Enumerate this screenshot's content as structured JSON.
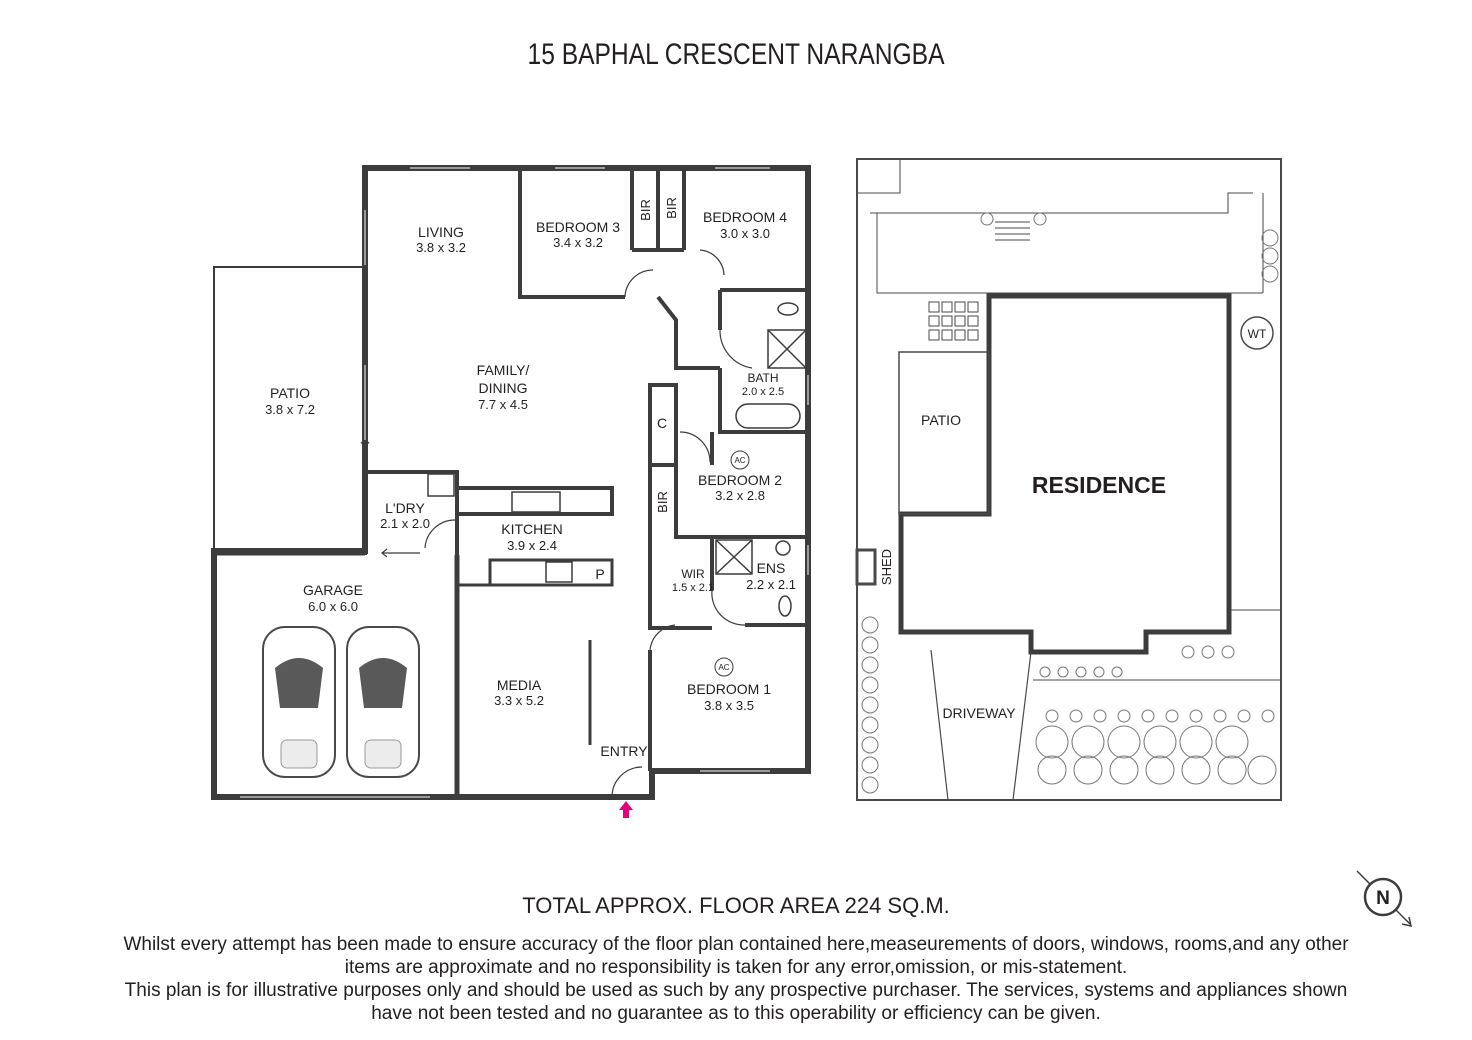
{
  "title": "15 BAPHAL CRESCENT NARANGBA",
  "rooms": {
    "living": {
      "name": "LIVING",
      "dims": "3.8 x 3.2"
    },
    "bedroom3": {
      "name": "BEDROOM 3",
      "dims": "3.4 x 3.2"
    },
    "bedroom4": {
      "name": "BEDROOM 4",
      "dims": "3.0 x 3.0"
    },
    "bir": "BIR",
    "patio": {
      "name": "PATIO",
      "dims": "3.8 x 7.2"
    },
    "family_l1": "FAMILY/",
    "family_l2": "DINING",
    "family_dims": "7.7 x 4.5",
    "bath": {
      "name": "BATH",
      "dims": "2.0 x 2.5"
    },
    "cupboard": "C",
    "bedroom2": {
      "name": "BEDROOM 2",
      "dims": "3.2 x 2.8"
    },
    "ac": "AC",
    "laundry": {
      "name": "L'DRY",
      "dims": "2.1 x 2.0"
    },
    "kitchen": {
      "name": "KITCHEN",
      "dims": "3.9 x 2.4"
    },
    "pantry": "P",
    "garage": {
      "name": "GARAGE",
      "dims": "6.0 x 6.0"
    },
    "wir": {
      "name": "WIR",
      "dims": "1.5 x 2.1"
    },
    "ens": {
      "name": "ENS",
      "dims": "2.2 x 2.1"
    },
    "media": {
      "name": "MEDIA",
      "dims": "3.3 x 5.2"
    },
    "bedroom1": {
      "name": "BEDROOM 1",
      "dims": "3.8 x 3.5"
    },
    "entry": "ENTRY"
  },
  "site": {
    "patio": "PATIO",
    "residence": "RESIDENCE",
    "shed": "SHED",
    "driveway": "DRIVEWAY",
    "water_tank": "WT"
  },
  "compass": "N",
  "area_text": "TOTAL APPROX. FLOOR AREA 224 SQ.M.",
  "disclaimer": [
    "Whilst every attempt has been made to ensure accuracy of the floor plan contained here,measeurements of doors, windows, rooms,and any other",
    "items are approximate  and no responsibility is taken for any error,omission, or mis-statement.",
    "This plan is for illustrative purposes only and should be used as such by any prospective purchaser. The services, systems and appliances shown",
    "have not been tested and no guarantee as to this operability or efficiency can be given."
  ],
  "colors": {
    "wall": "#3c3c3c",
    "entry_arrow": "#e6007e",
    "car_roof": "#595959"
  }
}
